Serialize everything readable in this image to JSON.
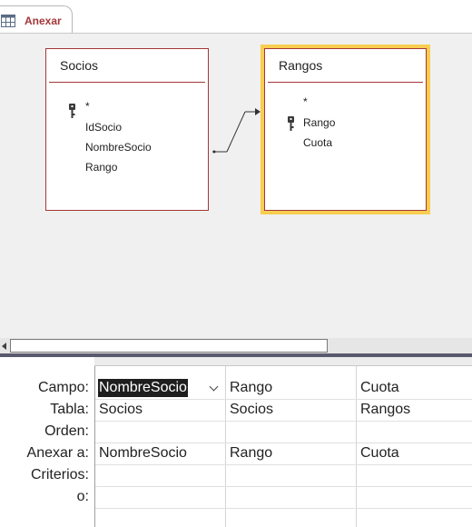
{
  "tab": {
    "label": "Anexar"
  },
  "tables": [
    {
      "title": "Socios",
      "fields": [
        "*",
        "IdSocio",
        "NombreSocio",
        "Rango"
      ]
    },
    {
      "title": "Rangos",
      "fields": [
        "*",
        "Rango",
        "Cuota"
      ]
    }
  ],
  "grid": {
    "row_labels": [
      "Campo:",
      "Tabla:",
      "Orden:",
      "Anexar a:",
      "Criterios:",
      "o:"
    ],
    "columns": [
      {
        "campo": "NombreSocio",
        "tabla": "Socios",
        "orden": "",
        "anexar": "NombreSocio",
        "criterios": "",
        "o": ""
      },
      {
        "campo": "Rango",
        "tabla": "Socios",
        "orden": "",
        "anexar": "Rango",
        "criterios": "",
        "o": ""
      },
      {
        "campo": "Cuota",
        "tabla": "Rangos",
        "orden": "",
        "anexar": "Cuota",
        "criterios": "",
        "o": ""
      }
    ]
  },
  "icons": {
    "tab": "query-icon",
    "primary_key": "key-icon",
    "field_dropdown": "chevron-down-icon"
  },
  "colors": {
    "accent": "#a4373a",
    "selected_table_border": "#f8cd50",
    "canvas": "#f0f0f0"
  }
}
